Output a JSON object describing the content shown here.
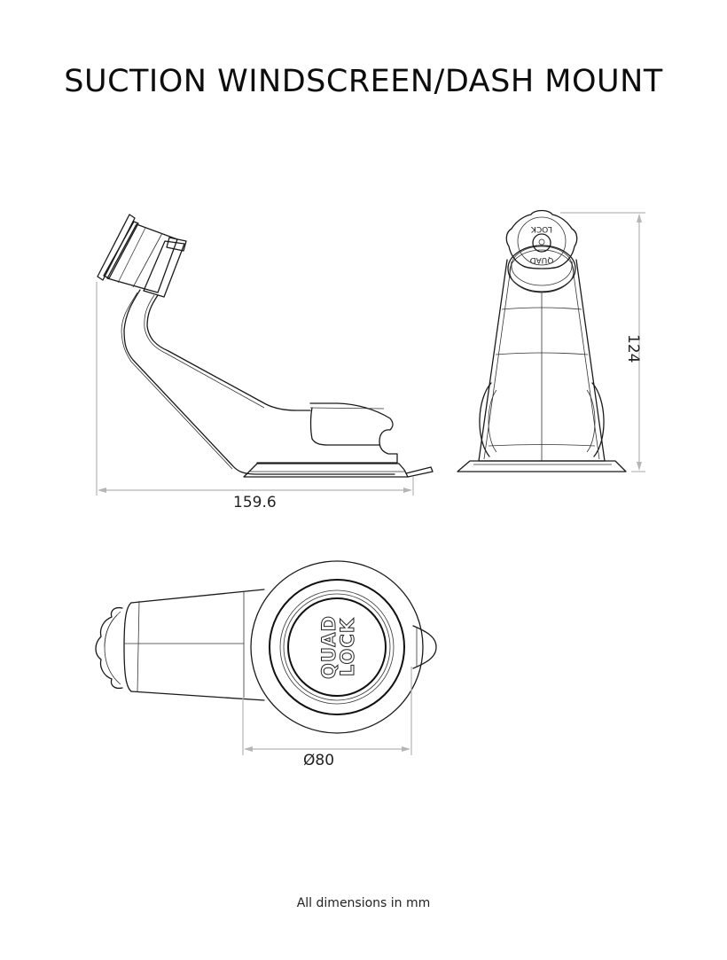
{
  "title": "SUCTION WINDSCREEN/DASH MOUNT",
  "views": {
    "side": {
      "label": "side-view",
      "dimension": {
        "value": "159.6",
        "axis": "horizontal"
      }
    },
    "front": {
      "label": "front-view",
      "dimension": {
        "value": "124",
        "axis": "vertical"
      },
      "mount_head_text": "QUAD LOCK"
    },
    "top": {
      "label": "top-view",
      "dimension": {
        "value": "Ø80",
        "axis": "horizontal"
      },
      "suction_cup_logo": "QUAD LOCK"
    }
  },
  "footer": {
    "note": "All dimensions in mm"
  },
  "colors": {
    "line": "#1a1a1a",
    "dimension_line": "#b5b5b5",
    "background": "#ffffff"
  }
}
